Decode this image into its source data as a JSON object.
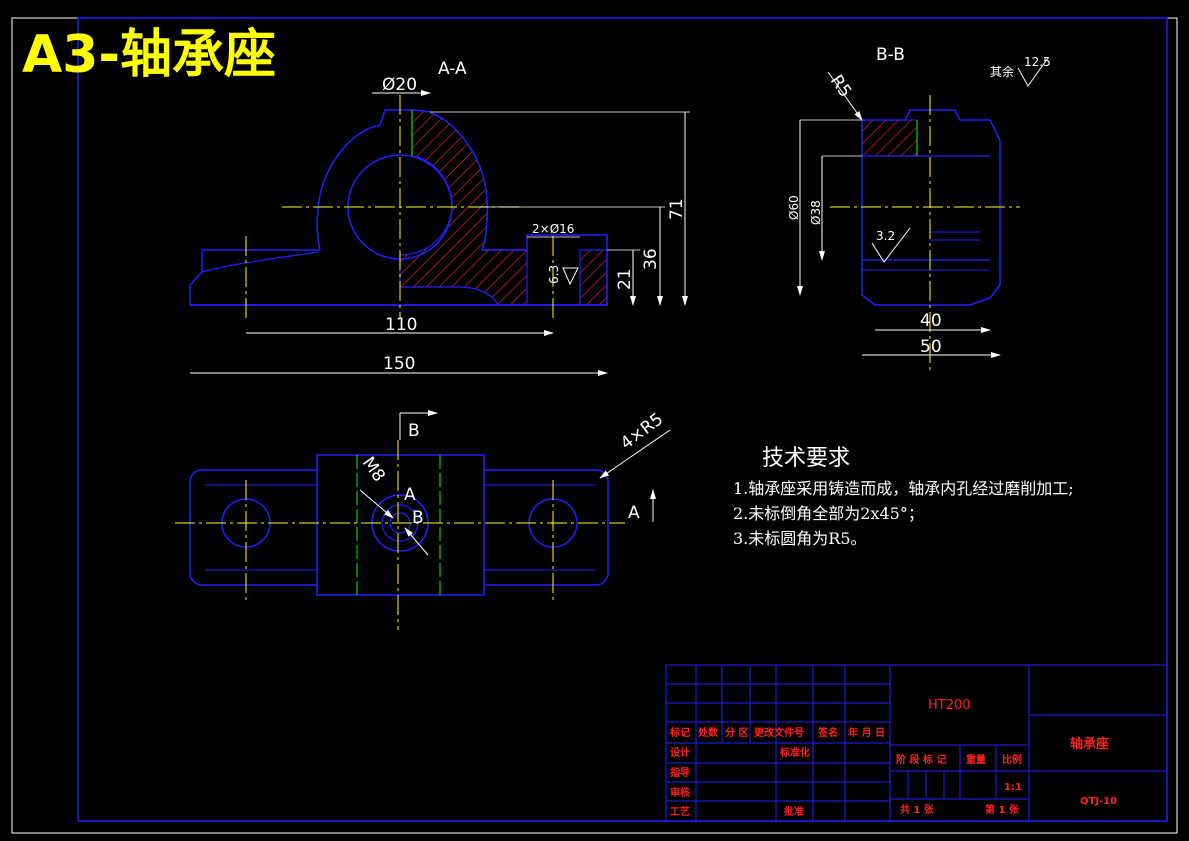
{
  "sheet": {
    "title": "A3-轴承座",
    "view_aa": "A-A",
    "view_bb": "B-B",
    "dims_aa": {
      "bore": "Ø20",
      "height_total": "71",
      "height_center": "36",
      "height_base": "21",
      "holes": "2×Ø16",
      "roughness_small": "6.3",
      "hole_spacing": "110",
      "length_total": "150"
    },
    "dims_bb": {
      "radius": "R5",
      "outer_dia": "Ø60",
      "inner_dia": "Ø38",
      "width_inner": "40",
      "width_outer": "50",
      "roughness": "3.2",
      "other_label": "其余",
      "other_roughness": "12.5"
    },
    "dims_top": {
      "section_b": "B",
      "section_a_right": "A",
      "section_a_center": "A",
      "section_b_center": "B",
      "thread": "M8",
      "corner_radius": "4×R5"
    },
    "requirements": {
      "heading": "技术要求",
      "items": [
        "1.轴承座采用铸造而成，轴承内孔经过磨削加工;",
        "2.未标倒角全部为2x45°；",
        "3.未标圆角为R5。"
      ]
    },
    "title_block": {
      "material": "HT200",
      "part_name": "轴承座",
      "drawing_no": "QTJ-10",
      "scale": "1:1",
      "hdr": [
        "标记",
        "处数",
        "分 区",
        "更改文件号",
        "签名",
        "年 月 日"
      ],
      "row_design": "设计",
      "row_standard": "标准化",
      "row_check": "指导",
      "row_review": "审核",
      "row_process": "工艺",
      "row_approve": "批准",
      "stage_label": "阶 段 标 记",
      "weight_label": "重量",
      "scale_label": "比例",
      "total_sheets": "共  1 张",
      "sheet_no": "第  1 张"
    }
  }
}
